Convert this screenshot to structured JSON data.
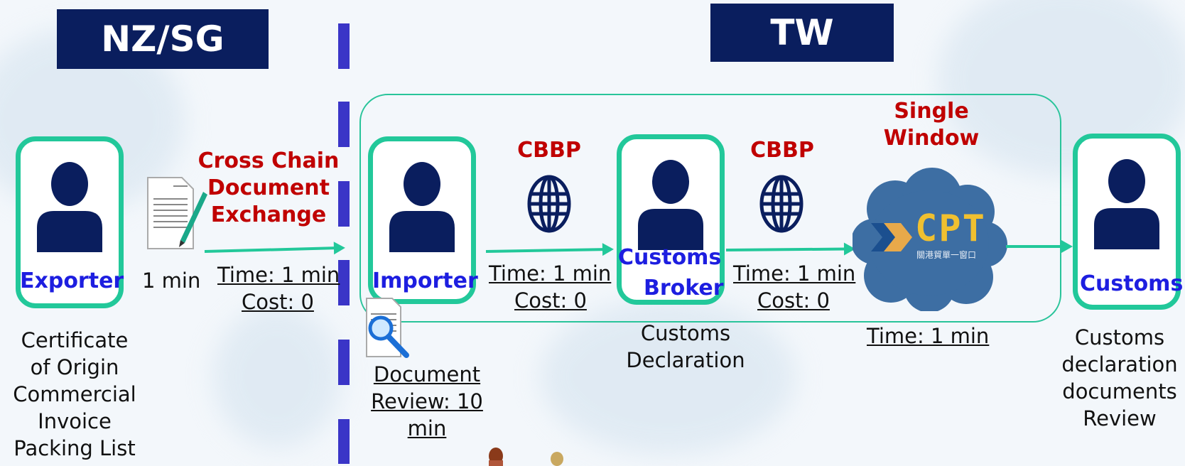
{
  "regions": {
    "left": "NZ/SG",
    "right": "TW"
  },
  "actors": {
    "exporter": "Exporter",
    "importer": "Importer",
    "broker_line1": "Customs",
    "broker_line2": "Broker",
    "customs": "Customs"
  },
  "labels": {
    "cross_chain": [
      "Cross Chain",
      "Document",
      "Exchange"
    ],
    "cbbp": "CBBP",
    "single_window": [
      "Single",
      "Window"
    ],
    "cpt_logo": "CPT",
    "cpt_sub": "關港貿單一窗口"
  },
  "times": {
    "one_min": "1 min",
    "time_1min": "Time: 1 min",
    "cost_0": "Cost: 0"
  },
  "documents": {
    "exporter_docs": [
      "Certificate",
      "of Origin",
      "Commercial",
      "Invoice",
      "Packing List"
    ],
    "doc_review": [
      "Document",
      "Review: 10",
      "min"
    ],
    "customs_declaration": [
      "Customs",
      "Declaration"
    ],
    "customs_review": [
      "Customs",
      "declaration",
      "documents",
      "Review"
    ]
  },
  "colors": {
    "header_bg": "#0a1e5e",
    "card_border": "#22c89a",
    "role_text": "#1d1ee0",
    "highlight_red": "#c00000",
    "divider": "#3a35c7",
    "cloud": "#3d6ea3"
  }
}
